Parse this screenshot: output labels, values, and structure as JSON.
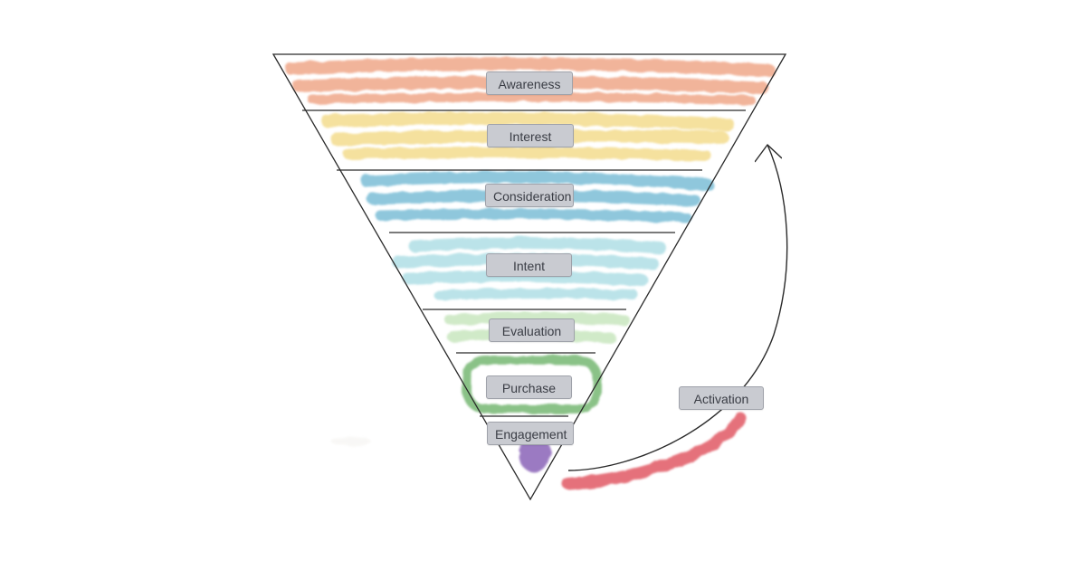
{
  "funnel": {
    "stages": [
      {
        "id": "awareness",
        "label": "Awareness",
        "color": "#ee9f7e"
      },
      {
        "id": "interest",
        "label": "Interest",
        "color": "#f2d77e"
      },
      {
        "id": "consideration",
        "label": "Consideration",
        "color": "#6fb8d3"
      },
      {
        "id": "intent",
        "label": "Intent",
        "color": "#9fd8e0"
      },
      {
        "id": "evaluation",
        "label": "Evaluation",
        "color": "#bfe2b4"
      },
      {
        "id": "purchase",
        "label": "Purchase",
        "color": "#6eb36a"
      },
      {
        "id": "engagement",
        "label": "Engagement",
        "color": "#8a63b8"
      }
    ],
    "loop": {
      "label": "Activation",
      "color": "#e0525e"
    }
  }
}
